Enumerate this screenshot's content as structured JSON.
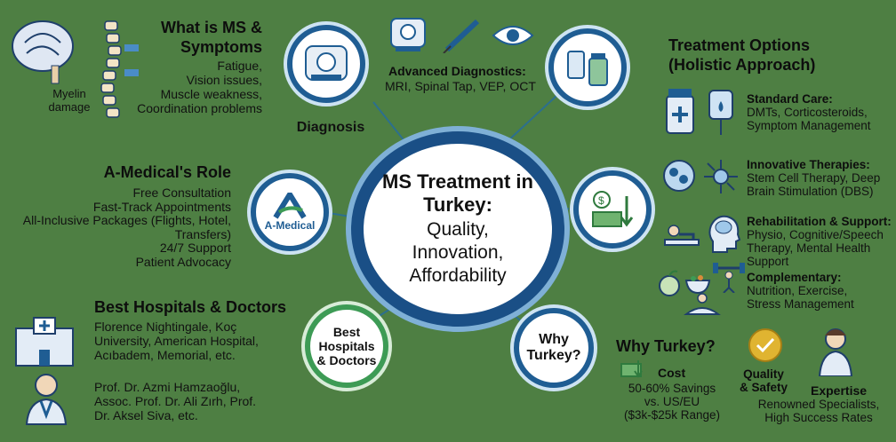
{
  "center": {
    "title": "MS Treatment in Turkey:",
    "subtitle": "Quality, Innovation, Affordability"
  },
  "symptoms": {
    "title": "What is MS & Symptoms",
    "items": [
      "Fatigue,",
      "Vision issues,",
      "Muscle weakness,",
      "Coordination problems"
    ],
    "myelin": "Myelin damage"
  },
  "diagnosis": {
    "node": "Diagnosis",
    "title": "Advanced Diagnostics:",
    "detail": "MRI, Spinal Tap, VEP, OCT"
  },
  "role": {
    "title": "A-Medical's Role",
    "items": [
      "Free Consultation",
      "Fast-Track Appointments",
      "All-Inclusive Packages (Flights, Hotel,",
      "Transfers)",
      "24/7 Support",
      "Patient Advocacy"
    ],
    "logo": "A-Medical"
  },
  "hospitals": {
    "title": "Best Hospitals & Doctors",
    "hospitals_text": [
      "Florence Nightingale, Koç",
      "University, American Hospital,",
      "Acıbadem, Memorial, etc."
    ],
    "doctors_text": [
      "Prof. Dr. Azmi Hamzaoğlu,",
      "Assoc. Prof. Dr. Ali Zırh, Prof.",
      "Dr. Aksel Siva, etc."
    ],
    "node": [
      "Best",
      "Hospitals",
      "& Doctors"
    ]
  },
  "why": {
    "node": [
      "Why",
      "Turkey?"
    ],
    "title": "Why Turkey?",
    "cost_title": "Cost",
    "cost": [
      "50-60% Savings",
      "vs. US/EU",
      "($3k-$25k Range)"
    ],
    "quality": [
      "Quality",
      "& Safety"
    ],
    "expertise_title": "Expertise",
    "expertise": [
      "Renowned Specialists,",
      "High Success Rates"
    ]
  },
  "treatment": {
    "title": [
      "Treatment Options",
      "(Holistic Approach)"
    ],
    "standard": {
      "title": "Standard Care:",
      "lines": [
        "DMTs, Corticosteroids,",
        "Symptom Management"
      ]
    },
    "innovative": {
      "title": "Innovative Therapies:",
      "lines": [
        "Stem Cell Therapy, Deep",
        "Brain Stimulation (DBS)"
      ]
    },
    "rehab": {
      "title": "Rehabilitation & Support:",
      "lines": [
        "Physio, Cognitive/Speech",
        "Therapy, Mental Health",
        "Support"
      ]
    },
    "complementary": {
      "title": "Complementary:",
      "lines": [
        "Nutrition, Exercise,",
        "Stress Management"
      ]
    }
  },
  "colors": {
    "background": "#4e7f43",
    "ring": "#1f5d93",
    "accent_green": "#3d9b55"
  }
}
